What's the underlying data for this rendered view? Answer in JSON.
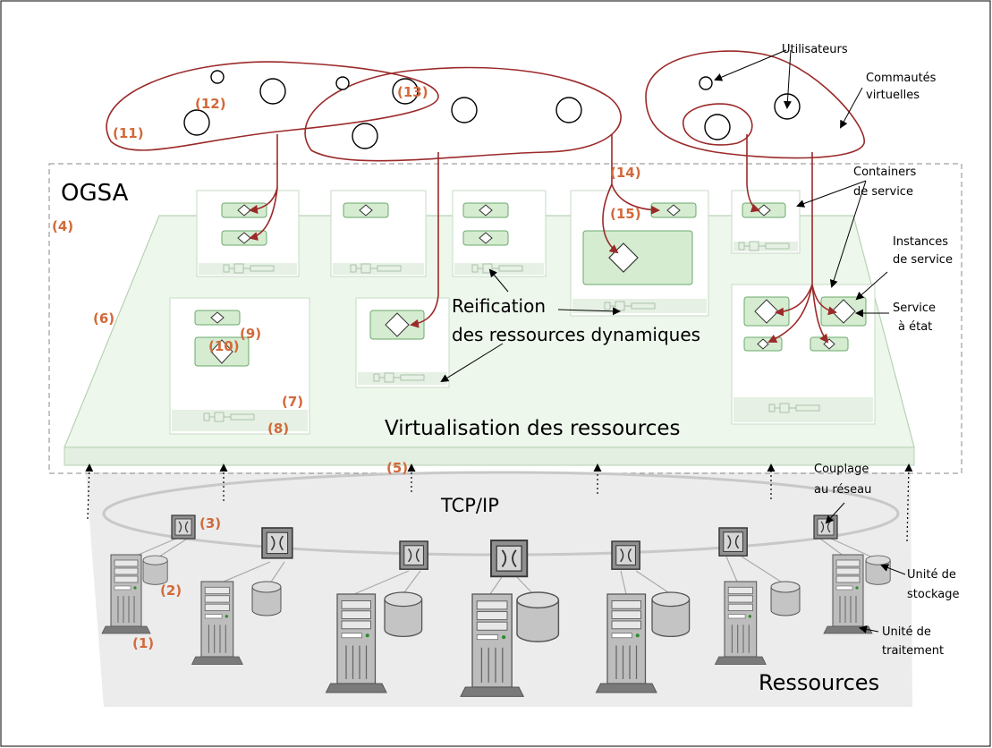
{
  "labels": {
    "ogsa": "OGSA",
    "virtualisation": "Virtualisation des ressources",
    "reification_line1": "Reification",
    "reification_line2": "des ressources dynamiques",
    "tcp_ip": "TCP/IP",
    "resources": "Ressources",
    "users": "Utilisateurs",
    "communities_line1": "Commautés",
    "communities_line2": "virtuelles",
    "containers_line1": "Containers",
    "containers_line2": "de service",
    "instances_line1": "Instances",
    "instances_line2": "de service",
    "stateful_line1": "Service",
    "stateful_line2": "à état",
    "coupling_line1": "Couplage",
    "coupling_line2": "au réseau",
    "storage_line1": "Unité de",
    "storage_line2": "stockage",
    "processing_line1": "Unité de",
    "processing_line2": "traitement"
  },
  "markers": {
    "1": "(1)",
    "2": "(2)",
    "3": "(3)",
    "4": "(4)",
    "5": "(5)",
    "6": "(6)",
    "7": "(7)",
    "8": "(8)",
    "9": "(9)",
    "10": "(10)",
    "11": "(11)",
    "12": "(12)",
    "13": "(13)",
    "14": "(14)",
    "15": "(15)"
  },
  "colors": {
    "community_stroke": "#9b2a2a",
    "marker_text": "#d2693a",
    "platform_fill": "#eef7ec",
    "service_fill": "#d5ecd1"
  }
}
